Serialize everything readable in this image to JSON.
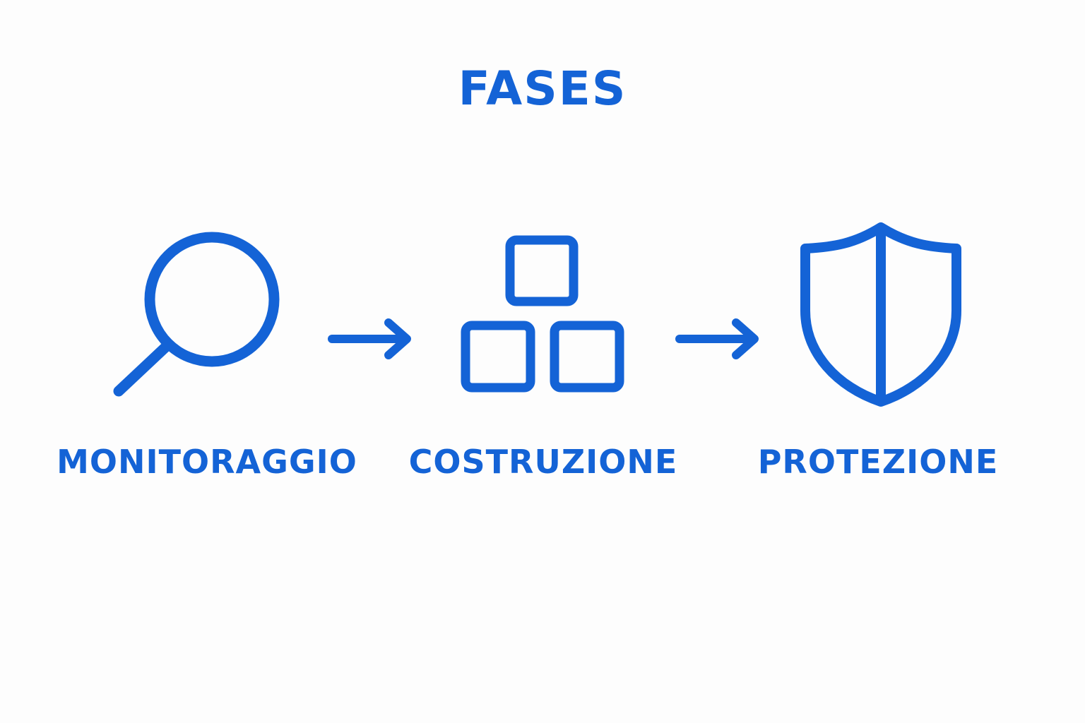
{
  "title": "FASES",
  "colors": {
    "accent": "#1463d6",
    "background": "#fdfdfd"
  },
  "steps": [
    {
      "label": "MONITORAGGIO",
      "icon": "magnifier-icon"
    },
    {
      "label": "COSTRUZIONE",
      "icon": "blocks-icon"
    },
    {
      "label": "PROTEZIONE",
      "icon": "shield-icon"
    }
  ],
  "connectors": [
    {
      "icon": "arrow-right-icon"
    },
    {
      "icon": "arrow-right-icon"
    }
  ]
}
